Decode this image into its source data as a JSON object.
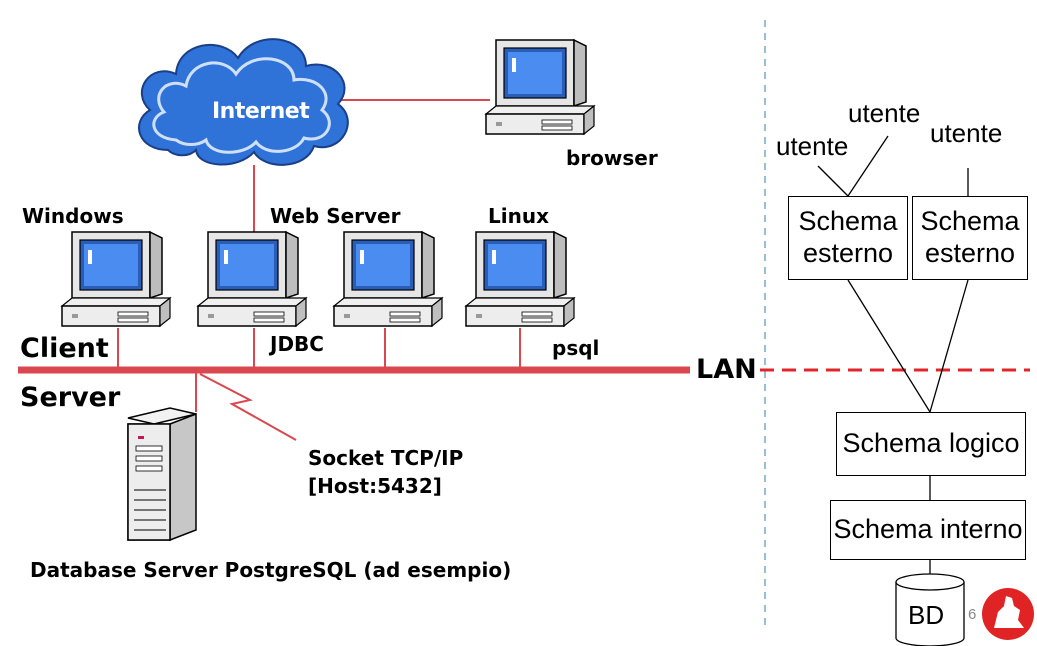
{
  "network": {
    "cloud_label": "Internet",
    "browser_label": "browser",
    "windows_label": "Windows",
    "webserver_label": "Web Server",
    "linux_label": "Linux",
    "client_label": "Client",
    "server_label": "Server",
    "jdbc_label": "JDBC",
    "psql_label": "psql",
    "lan_label": "LAN",
    "socket_line1": "Socket TCP/IP",
    "socket_line2": "[Host:5432]",
    "db_server_label": "Database Server PostgreSQL (ad esempio)"
  },
  "schema": {
    "user_left": "utente",
    "user_middle": "utente",
    "user_right": "utente",
    "external_left": "Schema esterno",
    "external_right": "Schema esterno",
    "logical": "Schema logico",
    "internal": "Schema interno",
    "db": "BD"
  },
  "page_number": "6",
  "colors": {
    "network_line": "#d9474f",
    "dashed_separator": "#9bbcd6",
    "lan_dashed": "#e0252a",
    "cloud_fill": "#2f72d8"
  }
}
